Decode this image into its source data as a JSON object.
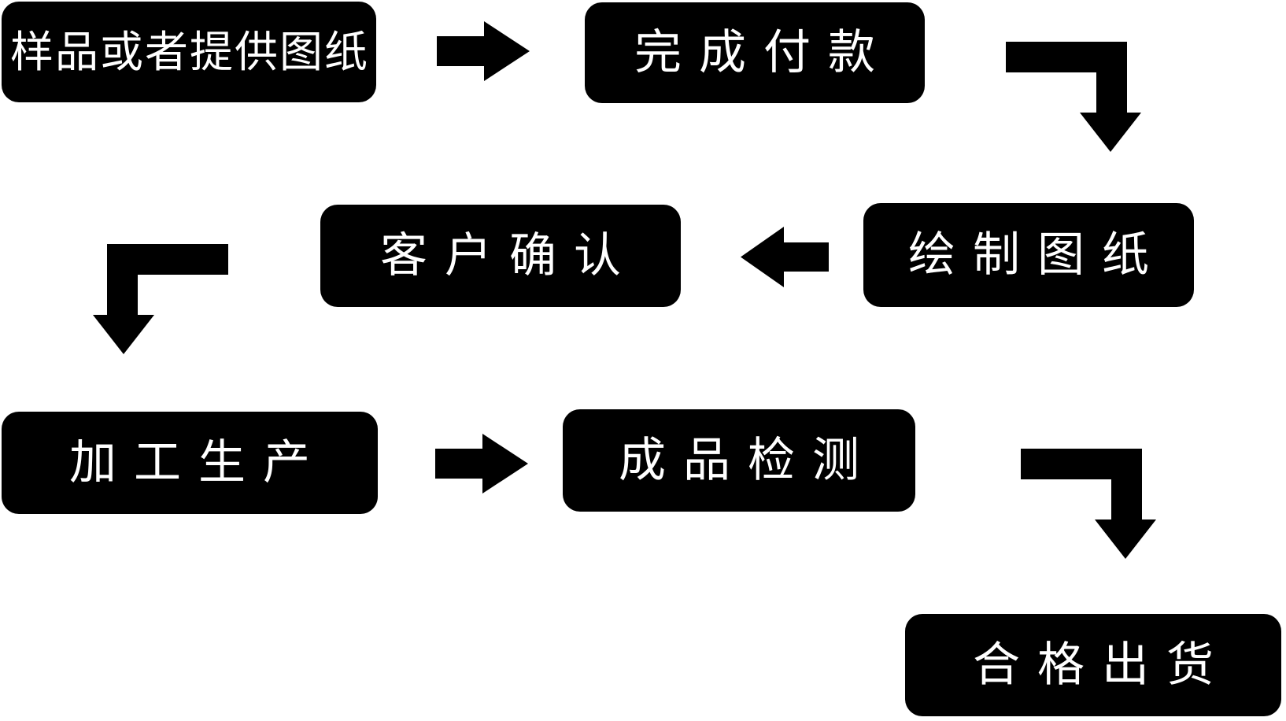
{
  "diagram": {
    "title": "production-process-flowchart",
    "background_color": "#ffffff",
    "node_fill_color": "#000000",
    "node_text_color": "#ffffff",
    "nodes": [
      {
        "id": "node-1",
        "label": "样品或者提供图纸"
      },
      {
        "id": "node-2",
        "label": "完成付款"
      },
      {
        "id": "node-3",
        "label": "绘制图纸"
      },
      {
        "id": "node-4",
        "label": "客户确认"
      },
      {
        "id": "node-5",
        "label": "加工生产"
      },
      {
        "id": "node-6",
        "label": "成品检测"
      },
      {
        "id": "node-7",
        "label": "合格出货"
      }
    ],
    "connectors": [
      {
        "from": "样品或者提供图纸",
        "to": "完成付款",
        "shape": "straight-right"
      },
      {
        "from": "完成付款",
        "to": "绘制图纸",
        "shape": "elbow-right-down"
      },
      {
        "from": "绘制图纸",
        "to": "客户确认",
        "shape": "straight-left"
      },
      {
        "from": "客户确认",
        "to": "加工生产",
        "shape": "elbow-left-down"
      },
      {
        "from": "加工生产",
        "to": "成品检测",
        "shape": "straight-right"
      },
      {
        "from": "成品检测",
        "to": "合格出货",
        "shape": "elbow-right-down"
      }
    ],
    "flow_order": [
      "样品或者提供图纸",
      "完成付款",
      "绘制图纸",
      "客户确认",
      "加工生产",
      "成品检测",
      "合格出货"
    ]
  }
}
